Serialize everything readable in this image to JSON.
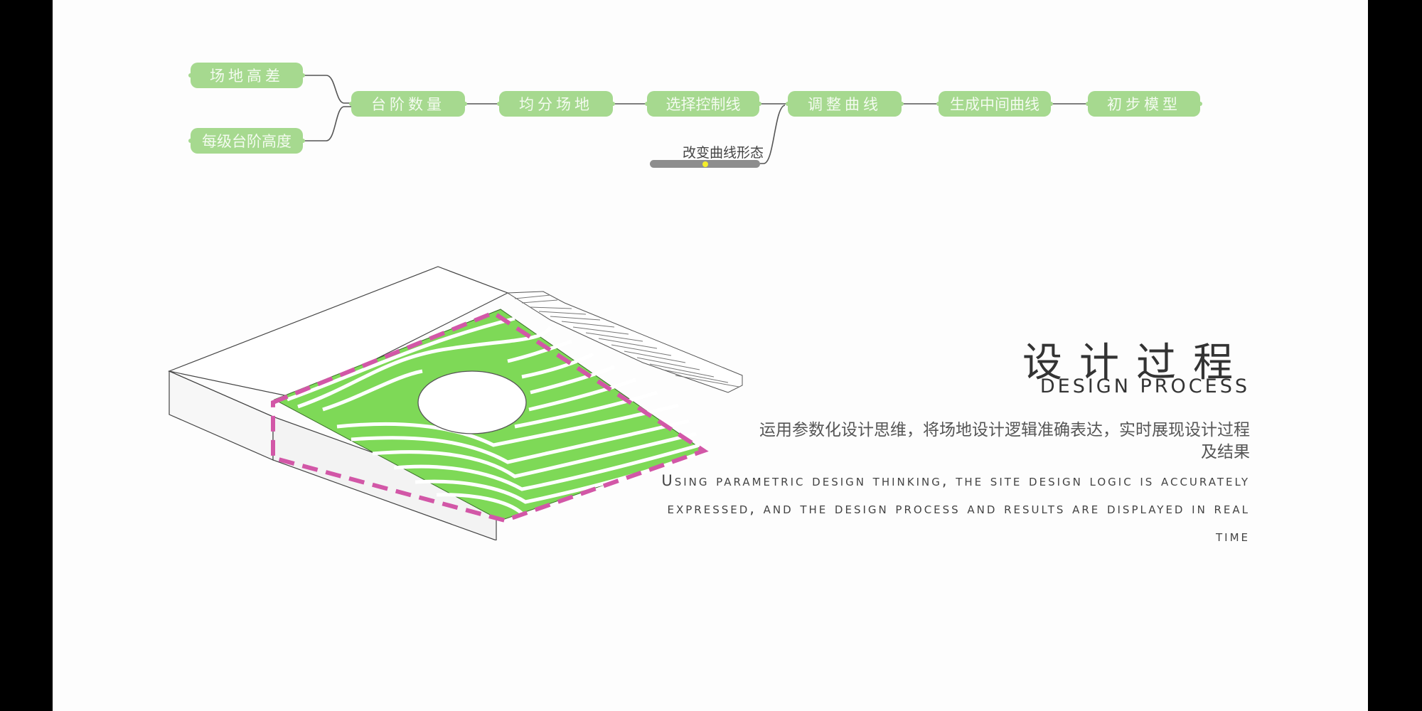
{
  "flow": {
    "inputs": [
      "场地高差",
      "每级台阶高度"
    ],
    "steps": [
      "台阶数量",
      "均分场地",
      "选择控制线",
      "调整曲线",
      "生成中间曲线",
      "初步模型"
    ],
    "slider": {
      "label": "改变曲线形态",
      "value": 0.5
    }
  },
  "heading": {
    "title_cn": "设计过程",
    "title_en": "DESIGN PROCESS"
  },
  "description": {
    "cn": "运用参数化设计思维，将场地设计逻辑准确表达，实时展现设计过程及结果",
    "en": "Using parametric design thinking, the site design logic is accurately expressed, and the design process and results are displayed in real time"
  },
  "colors": {
    "node_fill": "#a6d98f",
    "terrace_green": "#7ed957",
    "highlight_dash": "#d257a7",
    "slider_knob": "#f4ee2a"
  }
}
